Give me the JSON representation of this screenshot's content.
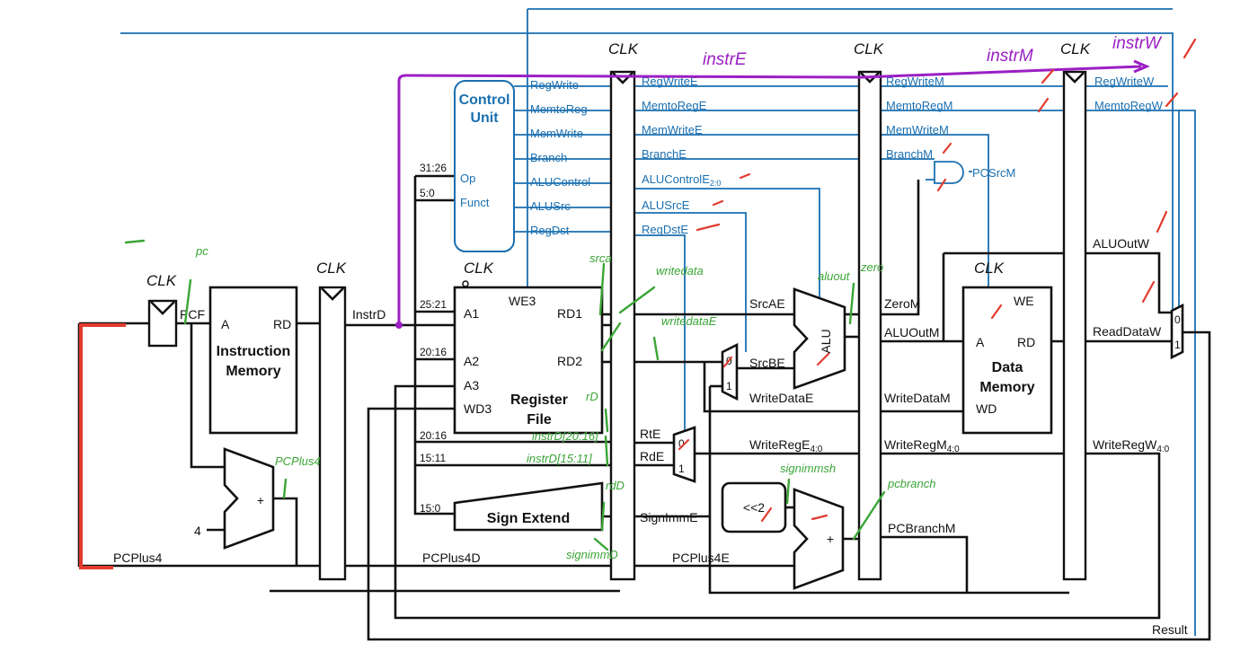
{
  "clock": "CLK",
  "blocks": {
    "instruction_memory": {
      "title1": "Instruction",
      "title2": "Memory",
      "port_a": "A",
      "port_rd": "RD"
    },
    "control_unit": {
      "title1": "Control",
      "title2": "Unit",
      "op": "Op",
      "funct": "Funct"
    },
    "register_file": {
      "title1": "Register",
      "title2": "File",
      "a1": "A1",
      "a2": "A2",
      "a3": "A3",
      "wd3": "WD3",
      "we3": "WE3",
      "rd1": "RD1",
      "rd2": "RD2"
    },
    "sign_extend": {
      "title": "Sign Extend"
    },
    "alu": {
      "title": "ALU"
    },
    "shift": {
      "title": "<<2"
    },
    "data_memory": {
      "title1": "Data",
      "title2": "Memory",
      "we": "WE",
      "a": "A",
      "rd": "RD",
      "wd": "WD"
    },
    "adder_plus": "+",
    "const_four": "4",
    "mux0": "0",
    "mux1": "1"
  },
  "bit_fields": {
    "op": "31:26",
    "funct": "5:0",
    "a1": "25:21",
    "a2": "20:16",
    "rt": "20:16",
    "rd": "15:11",
    "imm": "15:0"
  },
  "signals": {
    "pcf": "PCF",
    "instrd": "InstrD",
    "pcplus4f": "PCPlus4",
    "pcplus4d": "PCPlus4D",
    "pcplus4e": "PCPlus4E",
    "srcae": "SrcAE",
    "srcbe": "SrcBE",
    "writedatae": "WriteDataE",
    "rte": "RtE",
    "rde": "RdE",
    "writerege": "WriteRegE",
    "writerege_sub": "4:0",
    "signimme": "SignImmE",
    "zerom": "ZeroM",
    "aluoutm": "ALUOutM",
    "writedatam": "WriteDataM",
    "writeregm": "WriteRegM",
    "writeregm_sub": "4:0",
    "pcbranchm": "PCBranchM",
    "pcsrcm": "PCSrcM",
    "aluoutw": "ALUOutW",
    "readdataw": "ReadDataW",
    "writeregw": "WriteRegW",
    "writeregw_sub": "4:0",
    "result": "Result"
  },
  "control_d": [
    "RegWrite",
    "MemtoReg",
    "MemWrite",
    "Branch",
    "ALUControl",
    "ALUSrc",
    "RegDst"
  ],
  "control_e": [
    "RegWriteE",
    "MemtoRegE",
    "MemWriteE",
    "BranchE",
    "ALUControlE",
    "ALUSrcE",
    "RegDstE"
  ],
  "alucontrol_sub": "2:0",
  "control_m": [
    "RegWriteM",
    "MemtoRegM",
    "MemWriteM",
    "BranchM"
  ],
  "control_w": [
    "RegWriteW",
    "MemtoRegW"
  ],
  "annotations": {
    "instr_e": "instrE",
    "instr_m": "instrM",
    "instr_w": "instrW",
    "pc": "pc",
    "pcplus4": "PCPlus4",
    "srca": "srca",
    "writedata": "writedata",
    "writedatae": "writedataE",
    "rd": "rD",
    "instrd_20_16": "instrD[20:16]",
    "instrd_15_11": "instrD[15:11]",
    "rdd": "rdD",
    "signimmd": "signimmD",
    "aluout": "aluout",
    "zero": "zero",
    "signimmsh": "signimmsh",
    "pcbranch": "pcbranch"
  }
}
